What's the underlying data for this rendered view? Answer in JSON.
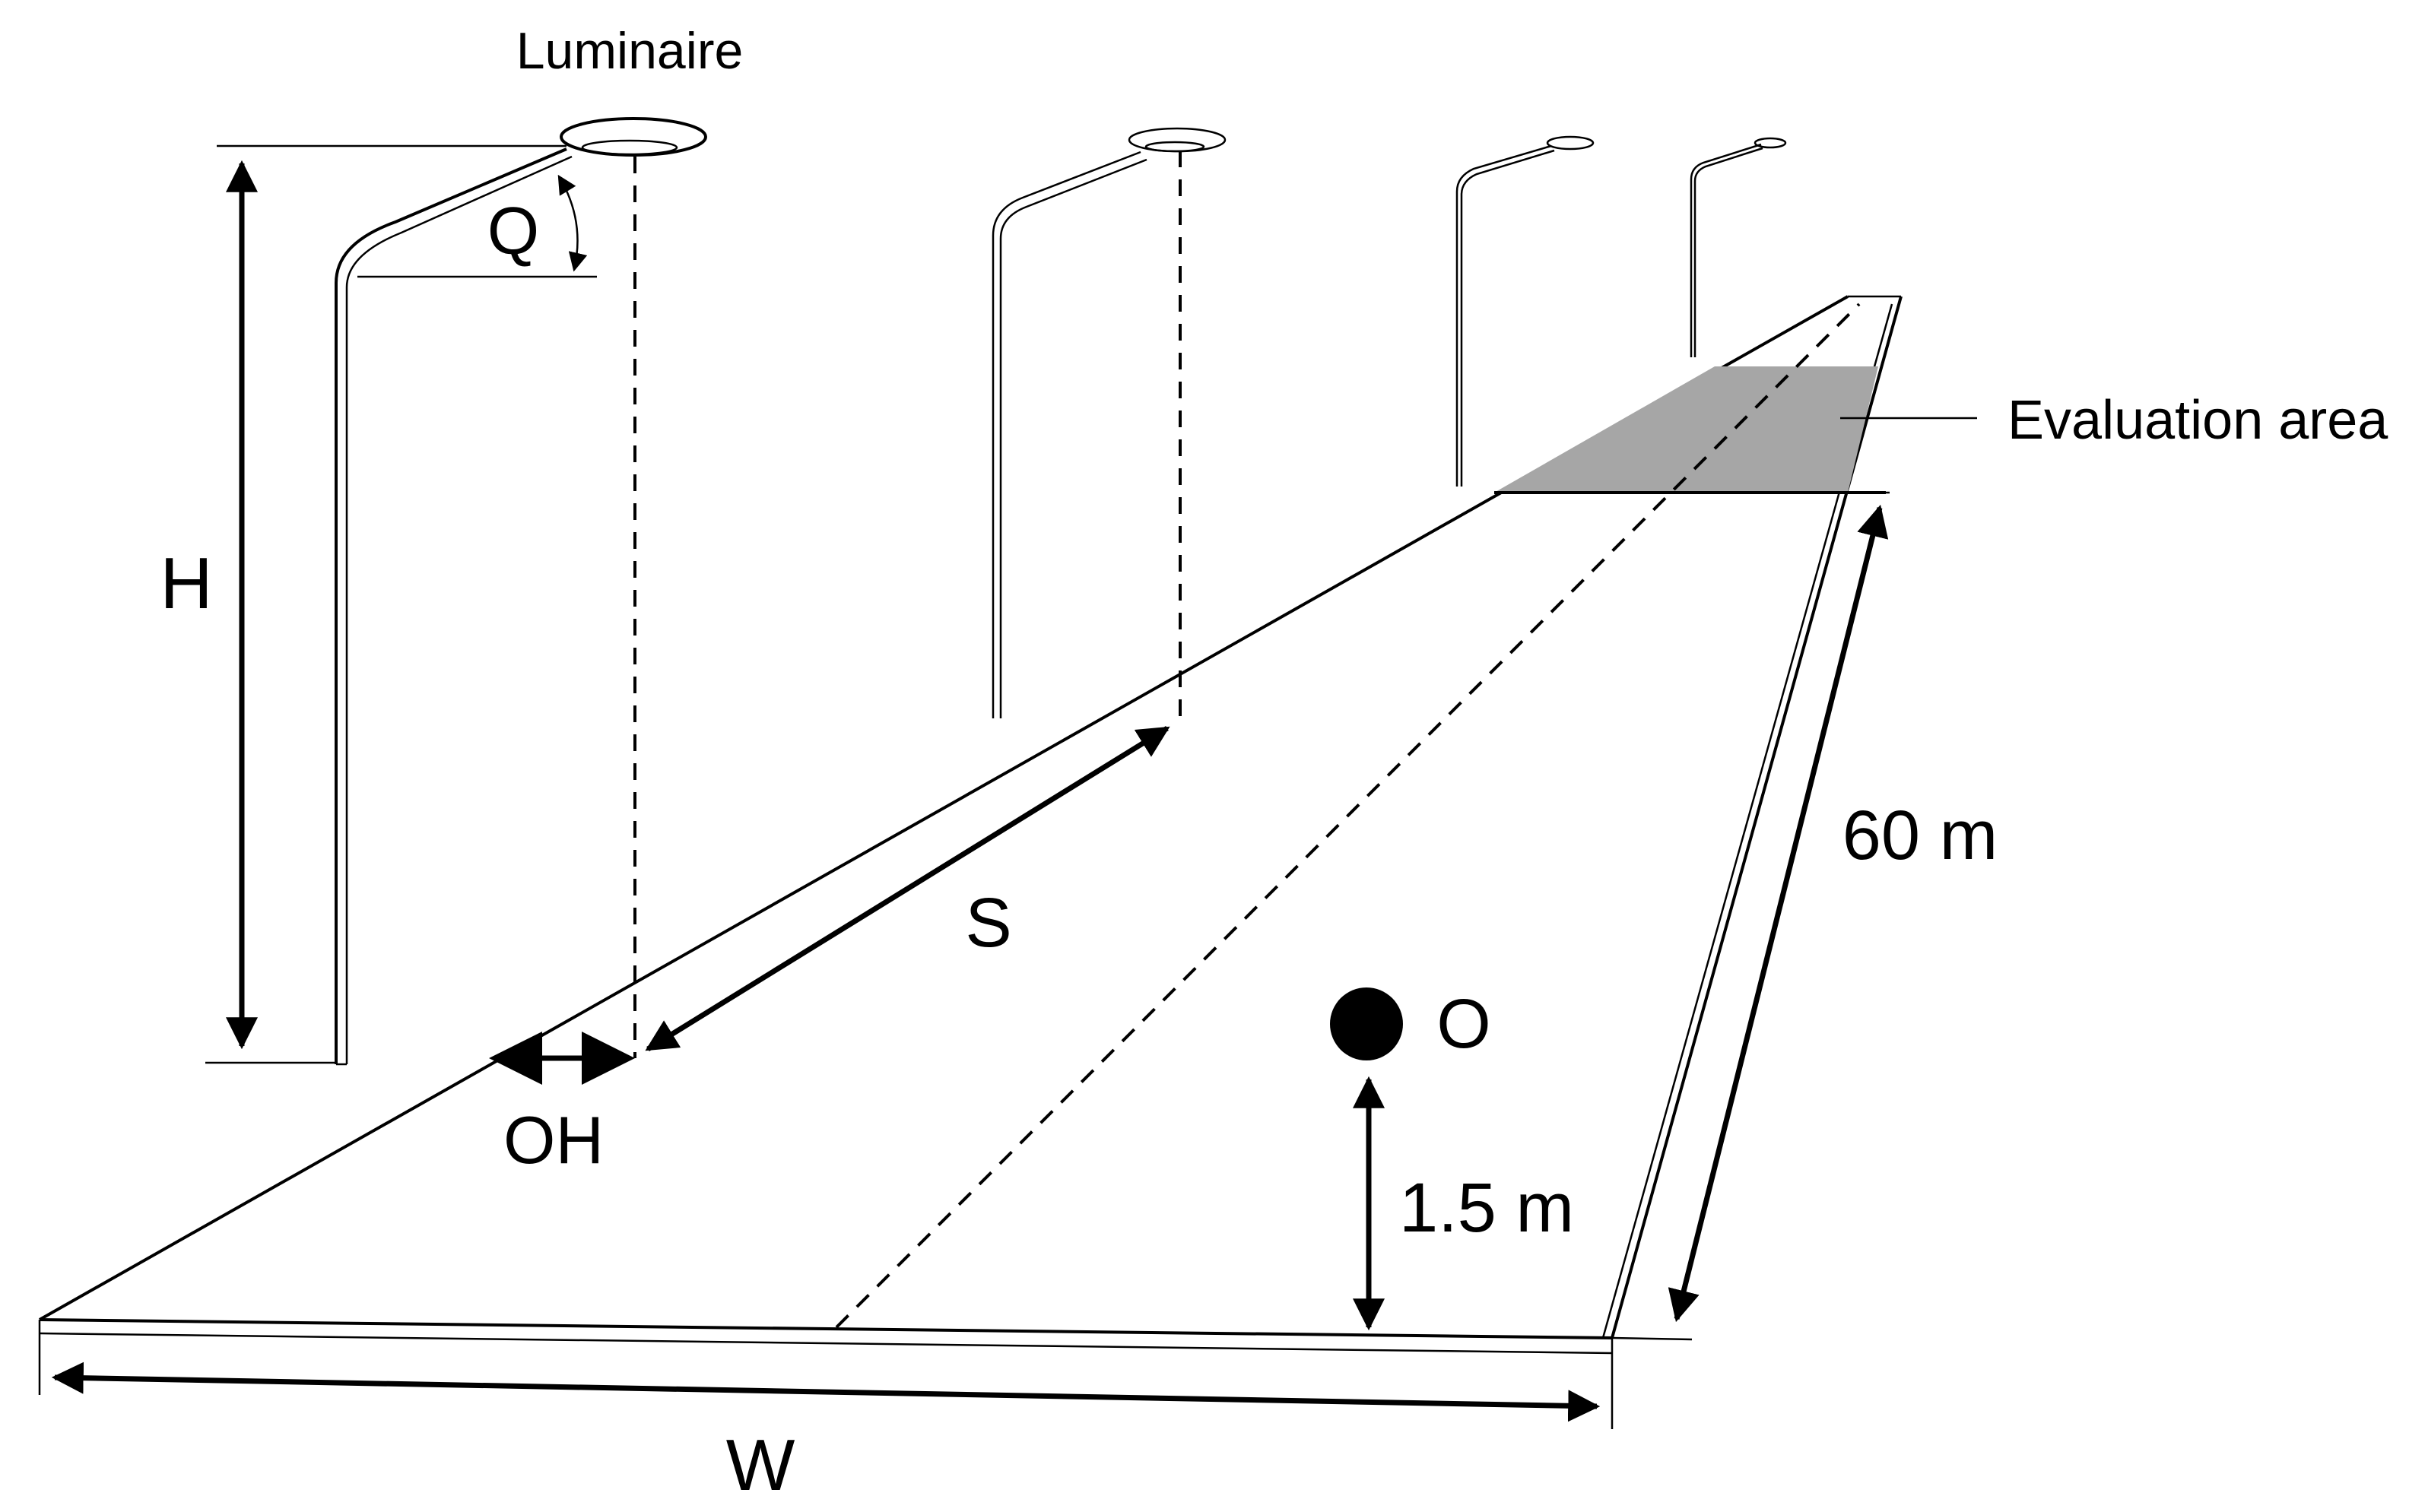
{
  "labels": {
    "luminaire": "Luminaire",
    "height": "H",
    "tilt_angle": "Q",
    "spacing": "S",
    "overhang": "OH",
    "width": "W",
    "observer": "O",
    "observer_height": "1.5 m",
    "distance": "60 m",
    "evaluation_area": "Evaluation area"
  },
  "colors": {
    "line": "#000000",
    "evaluation_fill": "#a6a6a6",
    "background": "#ffffff"
  }
}
